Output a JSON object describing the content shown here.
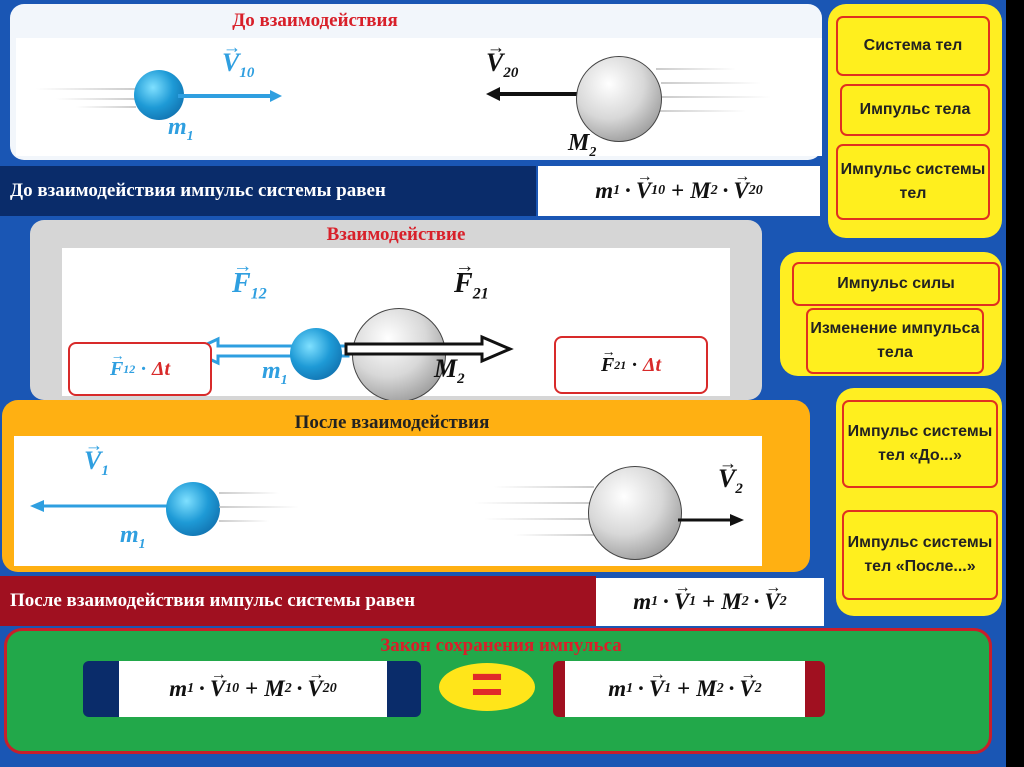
{
  "before": {
    "title": "До взаимодействия",
    "v10": {
      "letter": "V",
      "sub": "10"
    },
    "v20": {
      "letter": "V",
      "sub": "20"
    },
    "m1": {
      "letter": "m",
      "sub": "1"
    },
    "M2": {
      "letter": "M",
      "sub": "2"
    },
    "bar_text": "До взаимодействия импульс системы равен",
    "formula": {
      "m": "m",
      "m_sub": "1",
      "v1": "V",
      "v1_sub": "10",
      "plus": "+",
      "M": "M",
      "M_sub": "2",
      "v2": "V",
      "v2_sub": "20",
      "dot": "·"
    }
  },
  "interaction": {
    "title": "Взаимодействие",
    "F12": {
      "letter": "F",
      "sub": "12"
    },
    "F21": {
      "letter": "F",
      "sub": "21"
    },
    "m1": {
      "letter": "m",
      "sub": "1"
    },
    "M2": {
      "letter": "M",
      "sub": "2"
    },
    "box_left": {
      "letter": "F",
      "sub": "12",
      "dot": "·",
      "dt": "Δt"
    },
    "box_right": {
      "letter": "F",
      "sub": "21",
      "dot": "·",
      "dt": "Δt"
    }
  },
  "after": {
    "title": "После взаимодействия",
    "v1": {
      "letter": "V",
      "sub": "1"
    },
    "v2": {
      "letter": "V",
      "sub": "2"
    },
    "m1": {
      "letter": "m",
      "sub": "1"
    },
    "bar_text": "После  взаимодействия импульс системы равен",
    "formula": {
      "m": "m",
      "m_sub": "1",
      "v1": "V",
      "v1_sub": "1",
      "plus": "+",
      "M": "M",
      "M_sub": "2",
      "v2": "V",
      "v2_sub": "2",
      "dot": "·"
    }
  },
  "law": {
    "title": "Закон  сохранения  импульса",
    "left": {
      "m": "m",
      "m_sub": "1",
      "v1": "V",
      "v1_sub": "10",
      "plus": "+",
      "M": "M",
      "M_sub": "2",
      "v2": "V",
      "v2_sub": "20",
      "dot": "·"
    },
    "right": {
      "m": "m",
      "m_sub": "1",
      "v1": "V",
      "v1_sub": "1",
      "plus": "+",
      "M": "M",
      "M_sub": "2",
      "v2": "V",
      "v2_sub": "2",
      "dot": "·"
    },
    "equals": "="
  },
  "sidebar": {
    "top": [
      "Система тел",
      "Импульс тела",
      "Импульс системы тел"
    ],
    "middle": [
      "Импульс силы",
      "Изменение импульса тела"
    ],
    "bottom": [
      "Импульс системы тел «До...»",
      "Импульс системы тел «После...»"
    ]
  },
  "colors": {
    "background": "#1a56b4",
    "side_panel": "#ffee22",
    "accent_red": "#d8202a",
    "vector_blue": "#2f9fe0",
    "bar_dark_blue": "#0a2c6a",
    "bar_dark_red": "#a01020",
    "law_green": "#22a84a"
  }
}
